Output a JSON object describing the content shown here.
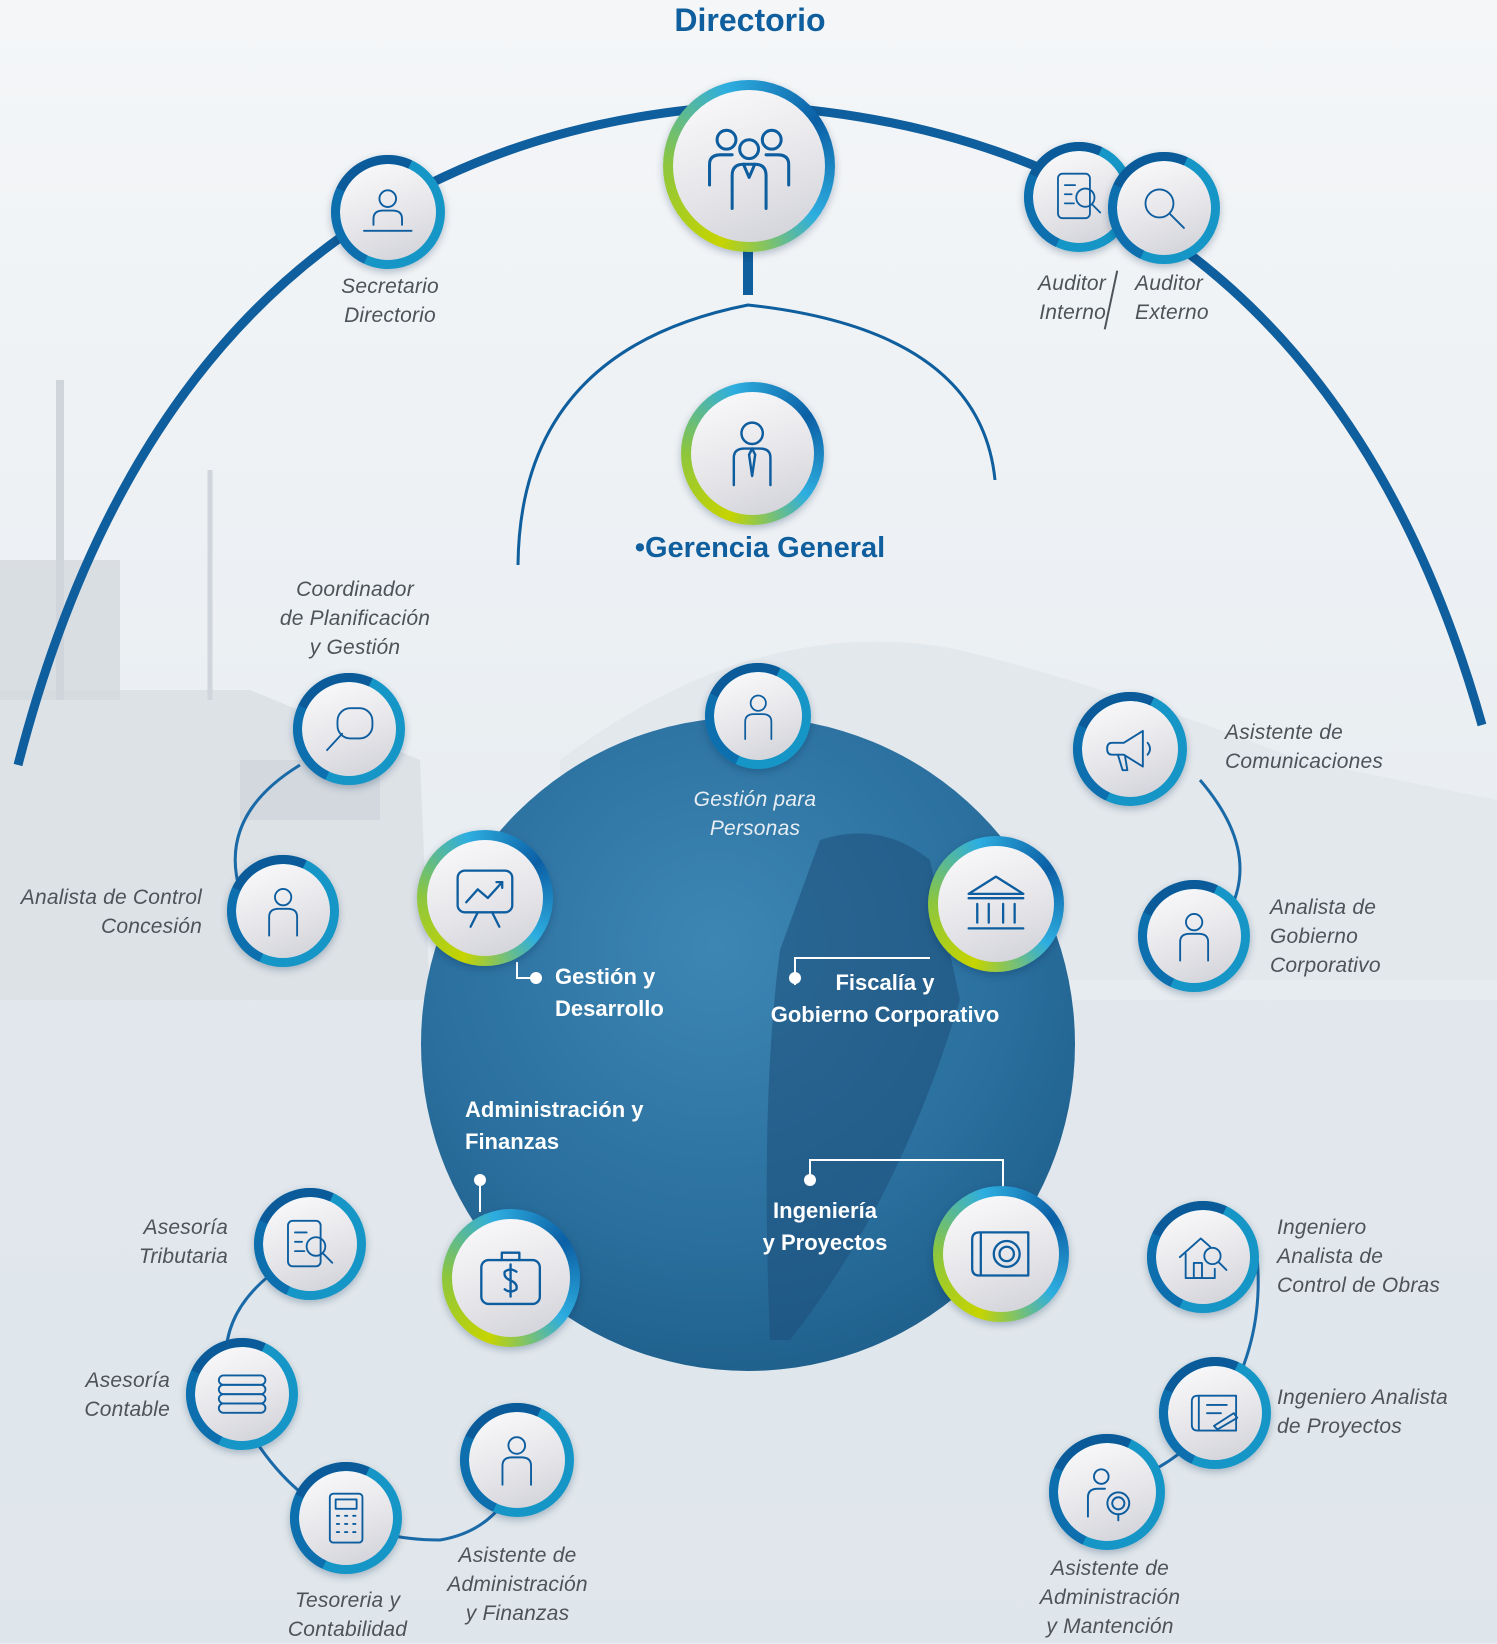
{
  "title": "Directorio",
  "gerencia": "Gerencia General",
  "bullet": "•",
  "labels": {
    "secretario": [
      "Secretario",
      "Directorio"
    ],
    "auditor_interno": [
      "Auditor",
      "Interno"
    ],
    "auditor_externo": [
      "Auditor",
      "Externo"
    ],
    "coordinador": [
      "Coordinador",
      "de Planificación",
      "y Gestión"
    ],
    "analista_concesion": [
      "Analista de Control",
      "Concesión"
    ],
    "gestion_personas": [
      "Gestión para",
      "Personas"
    ],
    "asistente_comunicaciones": [
      "Asistente de",
      "Comunicaciones"
    ],
    "analista_gobierno": [
      "Analista de",
      "Gobierno",
      "Corporativo"
    ],
    "asesoria_tributaria": [
      "Asesoría",
      "Tributaria"
    ],
    "asesoria_contable": [
      "Asesoría",
      "Contable"
    ],
    "tesoreria": [
      "Tesoreria y",
      "Contabilidad"
    ],
    "asistente_admin_finanzas": [
      "Asistente de",
      "Administración",
      "y Finanzas"
    ],
    "ingeniero_obras": [
      "Ingeniero",
      "Analista de",
      "Control de Obras"
    ],
    "ingeniero_proyectos": [
      "Ingeniero Analista",
      "de Proyectos"
    ],
    "asistente_admin_mantencion": [
      "Asistente de",
      "Administración",
      "y Mantención"
    ]
  },
  "departments": {
    "gestion_desarrollo": [
      "Gestión y",
      "Desarrollo"
    ],
    "fiscalia": [
      "Fiscalía y",
      "Gobierno Corporativo"
    ],
    "administracion": [
      "Administración y",
      "Finanzas"
    ],
    "ingenieria": [
      "Ingeniería",
      "y Proyectos"
    ]
  },
  "colors": {
    "primary": "#0f5e9d",
    "ring_blue": "#1596c6",
    "ring_green": "#8cc63f",
    "ring_yellow": "#c6d400",
    "text_gray": "#4d5358",
    "center_circle": "#2a6f9e"
  },
  "icons": {
    "directorio": "group-icon",
    "secretario": "person-at-desk-icon",
    "auditor_interno": "document-search-icon",
    "auditor_externo": "magnifier-icon",
    "gerencia": "person-tie-icon",
    "coordinador": "search-chat-icon",
    "analista_concesion": "person-icon",
    "gestion_personas": "person-icon",
    "comunicaciones": "megaphone-icon",
    "gobierno": "person-icon",
    "gestion_desarrollo": "chart-board-icon",
    "fiscalia": "building-columns-icon",
    "administracion": "money-briefcase-icon",
    "ingenieria": "blueprint-gear-icon",
    "tributaria": "document-search-icon",
    "contable": "coin-stack-icon",
    "tesoreria": "calculator-icon",
    "asistente_admin": "person-icon",
    "obras": "house-search-icon",
    "proyectos": "blueprint-pencil-icon",
    "mantencion": "person-gear-icon"
  }
}
